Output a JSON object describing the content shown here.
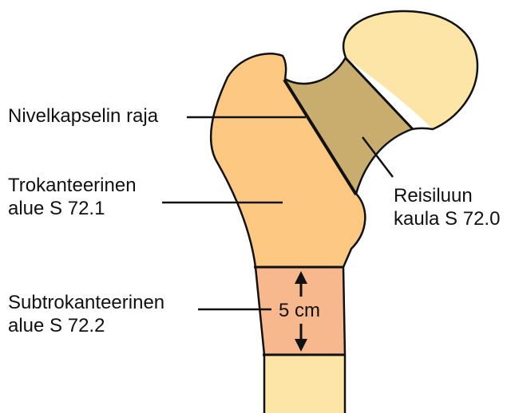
{
  "labels": {
    "capsule_boundary": "Nivelkapselin raja",
    "trochanteric_line1": "Trokanteerinen",
    "trochanteric_line2": "alue S 72.1",
    "subtrochanteric_line1": "Subtrokanteerinen",
    "subtrochanteric_line2": "alue S 72.2",
    "neck_line1": "Reisiluun",
    "neck_line2": "kaula S 72.0",
    "measure": "5 cm"
  },
  "colors": {
    "bone_shaft": "#fde5a7",
    "trochanteric_region": "#fcc882",
    "femoral_neck": "#c9ad6e",
    "subtrochanteric_band": "#f7b88d",
    "femoral_head": "#fde5a7",
    "outline": "#111111"
  }
}
